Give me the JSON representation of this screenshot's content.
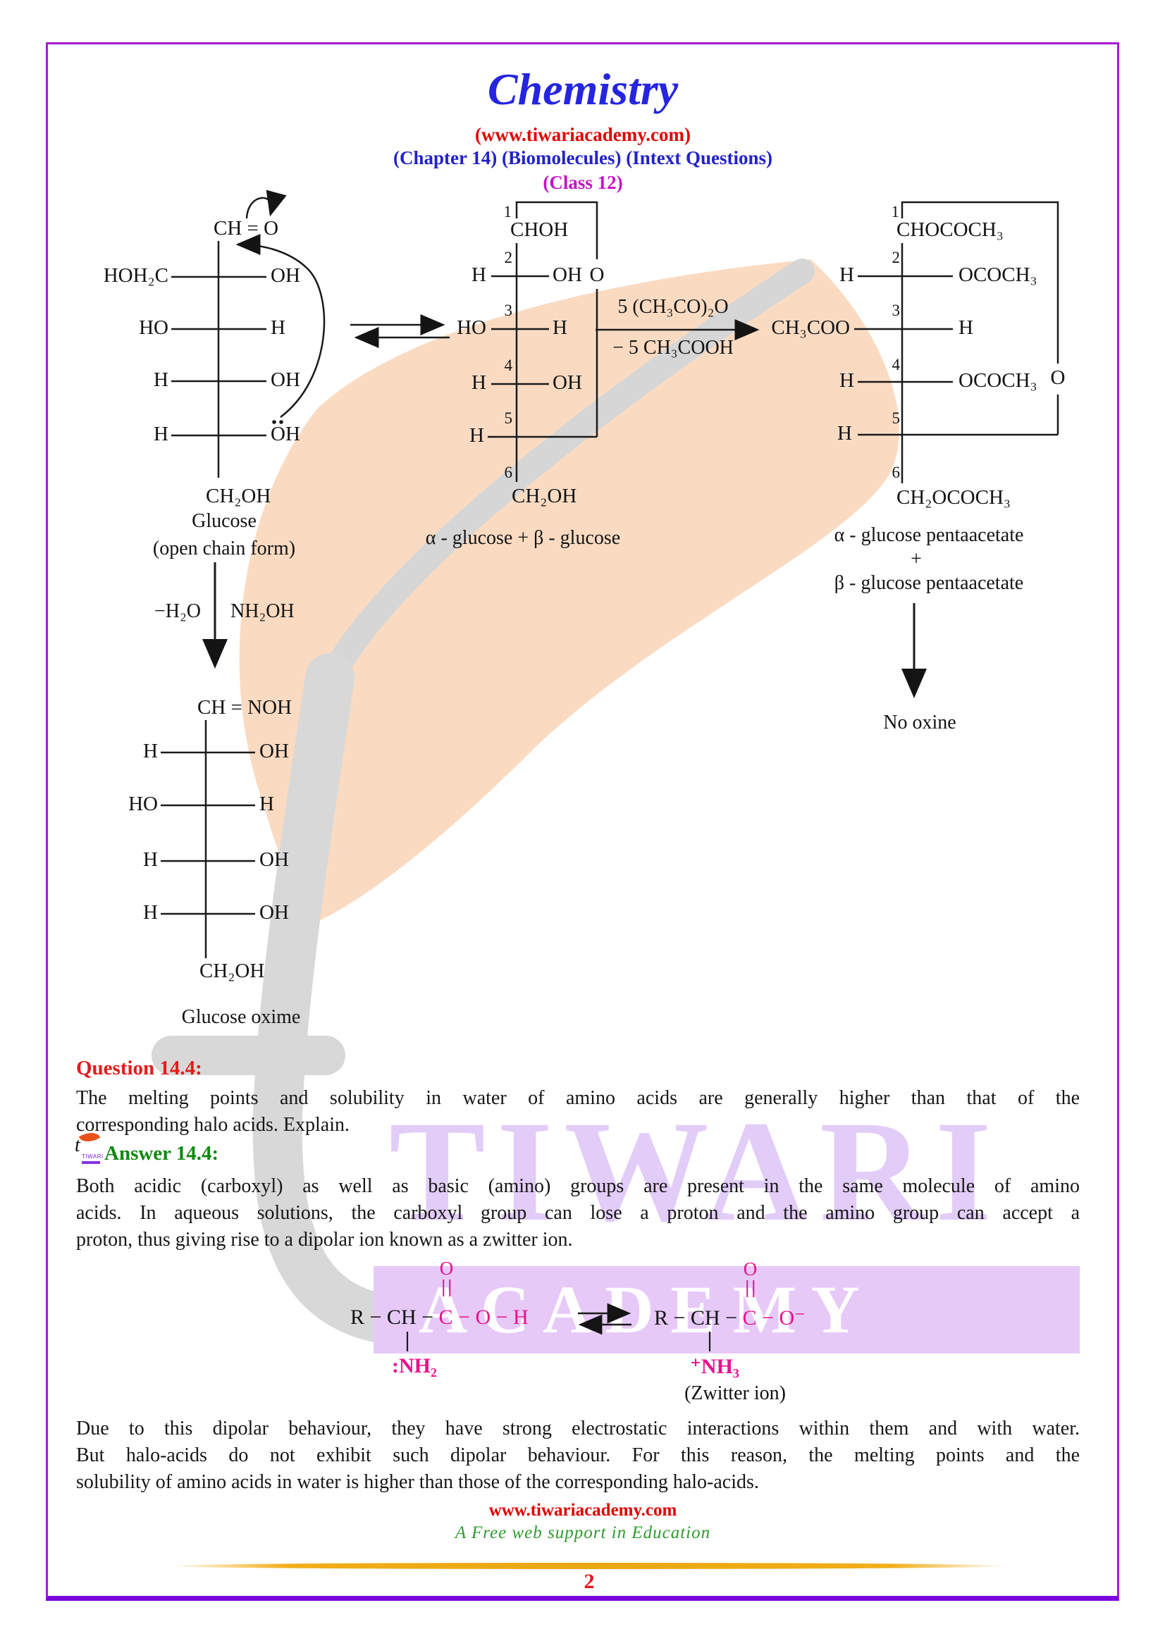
{
  "header": {
    "title": "Chemistry",
    "site": "(www.tiwariacademy.com)",
    "subtitle": "(Chapter 14) (Biomolecules) (Intext Questions)",
    "class_line": "(Class 12)"
  },
  "diagram": {
    "open_chain": {
      "top": "CH = O",
      "rows": [
        {
          "left": "HOH₂C",
          "right": "OH"
        },
        {
          "left": "HO",
          "right": "H"
        },
        {
          "left": "H",
          "right": "OH"
        },
        {
          "left": "H",
          "right": "OH"
        }
      ],
      "bottom": "CH₂OH",
      "name": "Glucose",
      "form": "(open chain form)"
    },
    "cyclic": {
      "numbers": [
        "1",
        "2",
        "3",
        "4",
        "5",
        "6"
      ],
      "c1": "CHOH",
      "rows": [
        {
          "left": "H",
          "right": "OH"
        },
        {
          "left": "HO",
          "right": "H"
        },
        {
          "left": "H",
          "right": "OH"
        },
        {
          "left": "H",
          "right": ""
        }
      ],
      "ring_o": "O",
      "bottom": "CH₂OH",
      "caption": "α - glucose + β - glucose"
    },
    "reaction": {
      "above": "5 (CH₃CO)₂O",
      "below": "− 5 CH₃COOH"
    },
    "pentaacetate": {
      "numbers": [
        "1",
        "2",
        "3",
        "4",
        "5",
        "6"
      ],
      "c1": "CHOCOCH₃",
      "rows": [
        {
          "left": "H",
          "right": "OCOCH₃"
        },
        {
          "left": "CH₃COO",
          "right": "H"
        },
        {
          "left": "H",
          "right": "OCOCH₃"
        },
        {
          "left": "H",
          "right": ""
        }
      ],
      "ring_o": "O",
      "bottom": "CH₂OCOCH₃",
      "caption_alpha": "α - glucose pentaacetate",
      "plus": "+",
      "caption_beta": "β - glucose pentaacetate",
      "result": "No oxine"
    },
    "oxime_reaction": {
      "left": "−H₂O",
      "right": "NH₂OH"
    },
    "oxime": {
      "top": "CH = NOH",
      "rows": [
        {
          "left": "H",
          "right": "OH"
        },
        {
          "left": "HO",
          "right": "H"
        },
        {
          "left": "H",
          "right": "OH"
        },
        {
          "left": "H",
          "right": "OH"
        }
      ],
      "bottom": "CH₂OH",
      "caption": "Glucose oxime"
    }
  },
  "question": {
    "heading": "Question 14.4:",
    "line1": "The melting points and solubility in water of amino acids are generally higher than that of the",
    "line2": "corresponding halo acids. Explain."
  },
  "answer": {
    "heading": "Answer 14.4:",
    "logo_text": "TIWARI",
    "line1": "Both acidic (carboxyl) as well as basic (amino) groups are present in the same molecule of amino",
    "line2": "acids. In aqueous solutions, the carboxyl group can lose a proton and the amino group can accept a",
    "line3": "proton, thus giving rise to a dipolar ion known as a zwitter ion."
  },
  "equation": {
    "left_black": "R − CH − ",
    "left_pink": "C − O − H",
    "right_black": "R − CH − ",
    "right_pink": "C − O⁻",
    "carbonyl_o": "O",
    "left_amine": ":NH₂",
    "right_amine": "⁺NH₃",
    "caption": "(Zwitter ion)"
  },
  "closing": {
    "line1": "Due to this dipolar behaviour, they have strong electrostatic interactions within them and with water.",
    "line2": "But halo-acids do not exhibit such dipolar behaviour. For this reason, the melting points and the",
    "line3": "solubility of amino acids in water is higher than those of the corresponding halo-acids."
  },
  "footer": {
    "site": "www.tiwariacademy.com",
    "tagline": "A Free web support in Education",
    "page": "2"
  },
  "watermark": {
    "tiwari": "TIWARI",
    "academy": "A C A D E M Y"
  },
  "colors": {
    "title_blue": "#2525e0",
    "link_red": "#e00000",
    "class_magenta": "#c711c7",
    "question_red": "#e31b1b",
    "answer_green": "#118811",
    "formula_pink": "#e9118c",
    "frame_purple": "#a21ad6",
    "gold": "#f2ae19",
    "leaf_peach": "#fadbc2"
  }
}
